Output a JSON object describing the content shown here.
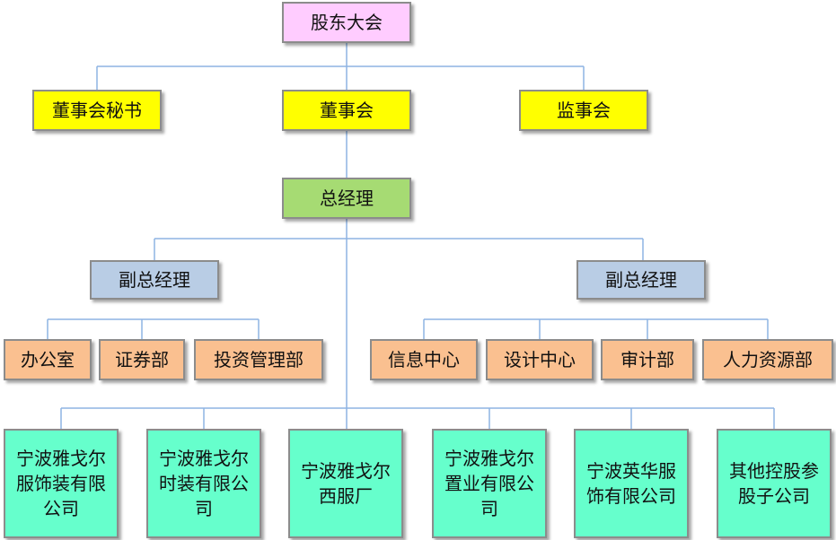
{
  "colors": {
    "shareholders": "#ffccff",
    "board": "#ffff00",
    "ceo": "#a6db73",
    "vice": "#b9cde5",
    "dept": "#fac090",
    "company": "#66ffcc",
    "line": "#8eb4e3"
  },
  "top": {
    "label": "股东大会"
  },
  "board_row": {
    "secretary": "董事会秘书",
    "board": "董事会",
    "supervisors": "监事会"
  },
  "ceo": {
    "label": "总经理"
  },
  "vice_left": {
    "label": "副总经理"
  },
  "vice_right": {
    "label": "副总经理"
  },
  "departments_left": [
    "办公室",
    "证券部",
    "投资管理部"
  ],
  "departments_right": [
    "信息中心",
    "设计中心",
    "审计部",
    "人力资源部"
  ],
  "companies": [
    "宁波雅戈尔服饰装有限公司",
    "宁波雅戈尔时装有限公司",
    "宁波雅戈尔西服厂",
    "宁波雅戈尔置业有限公司",
    "宁波英华服饰有限公司",
    "其他控股参股子公司"
  ]
}
